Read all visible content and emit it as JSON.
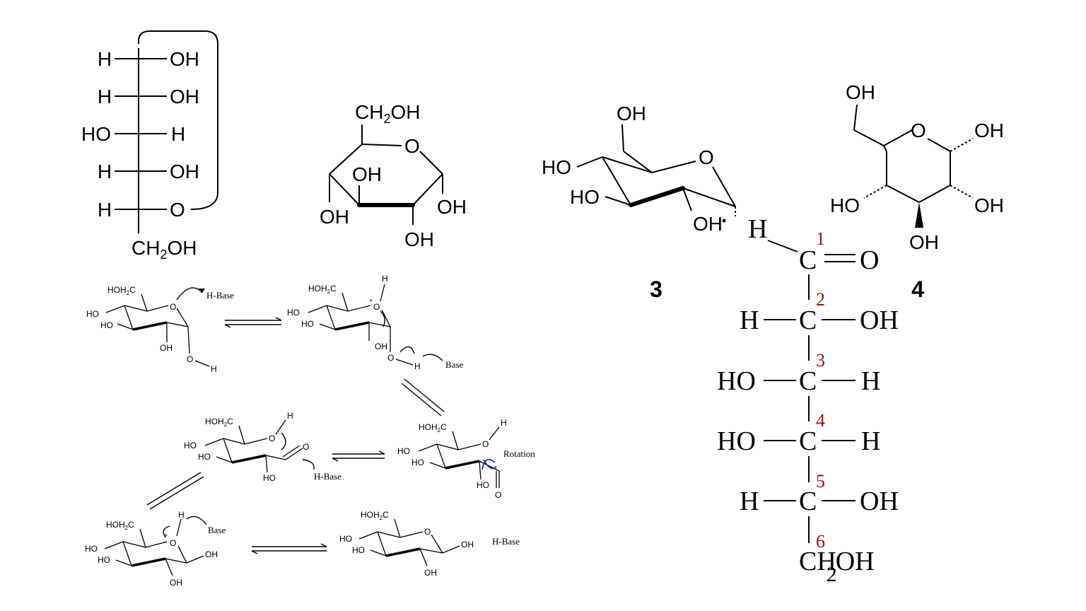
{
  "fischer_ring": {
    "rows": [
      {
        "left": "H",
        "right": "OH"
      },
      {
        "left": "H",
        "right": "OH"
      },
      {
        "left": "HO",
        "right": "H"
      },
      {
        "left": "H",
        "right": "OH"
      },
      {
        "left": "H",
        "right": "O"
      }
    ],
    "bottom_ch": "CH",
    "bottom_sub": "2",
    "bottom_oh": "OH"
  },
  "haworth": {
    "ch": "CH",
    "sub": "2",
    "oh": "OH",
    "ring_o": "O",
    "inner_oh": "OH",
    "left_oh": "OH",
    "right_oh": "OH",
    "bottom_oh": "OH"
  },
  "chair3": {
    "top_oh": "OH",
    "ring_o": "O",
    "ho_top": "HO",
    "ho_bottom": "HO",
    "partial_oh": "OH",
    "label": "3"
  },
  "chair4": {
    "top_oh": "OH",
    "ring_o": "O",
    "right_oh": "OH",
    "left_ho": "HO",
    "right_oh2": "OH",
    "bottom_oh": "OH",
    "label": "4"
  },
  "mechanism": {
    "h_base": "H-Base",
    "base": "Base",
    "rotation": "Rotation",
    "hoh2c": "HOH",
    "sub2": "2",
    "c": "C",
    "ho": "HO",
    "oh": "OH",
    "o": "O",
    "h": "H",
    "plus": "+"
  },
  "open_chain": {
    "top_h": "H",
    "carbonyl_o": "O",
    "numbers": [
      "1",
      "2",
      "3",
      "4",
      "5",
      "6"
    ],
    "carbon": "C",
    "rows": [
      {
        "left": "H",
        "right": "OH"
      },
      {
        "left": "HO",
        "right": "H"
      },
      {
        "left": "HO",
        "right": "H"
      },
      {
        "left": "H",
        "right": "OH"
      }
    ],
    "bottom_ch": "CH",
    "bottom_sub": "2",
    "bottom_oh": "OH"
  },
  "colors": {
    "number_red": "#a01010",
    "rotation_arrow_blue": "#1a2bb5",
    "ink": "#000000"
  }
}
